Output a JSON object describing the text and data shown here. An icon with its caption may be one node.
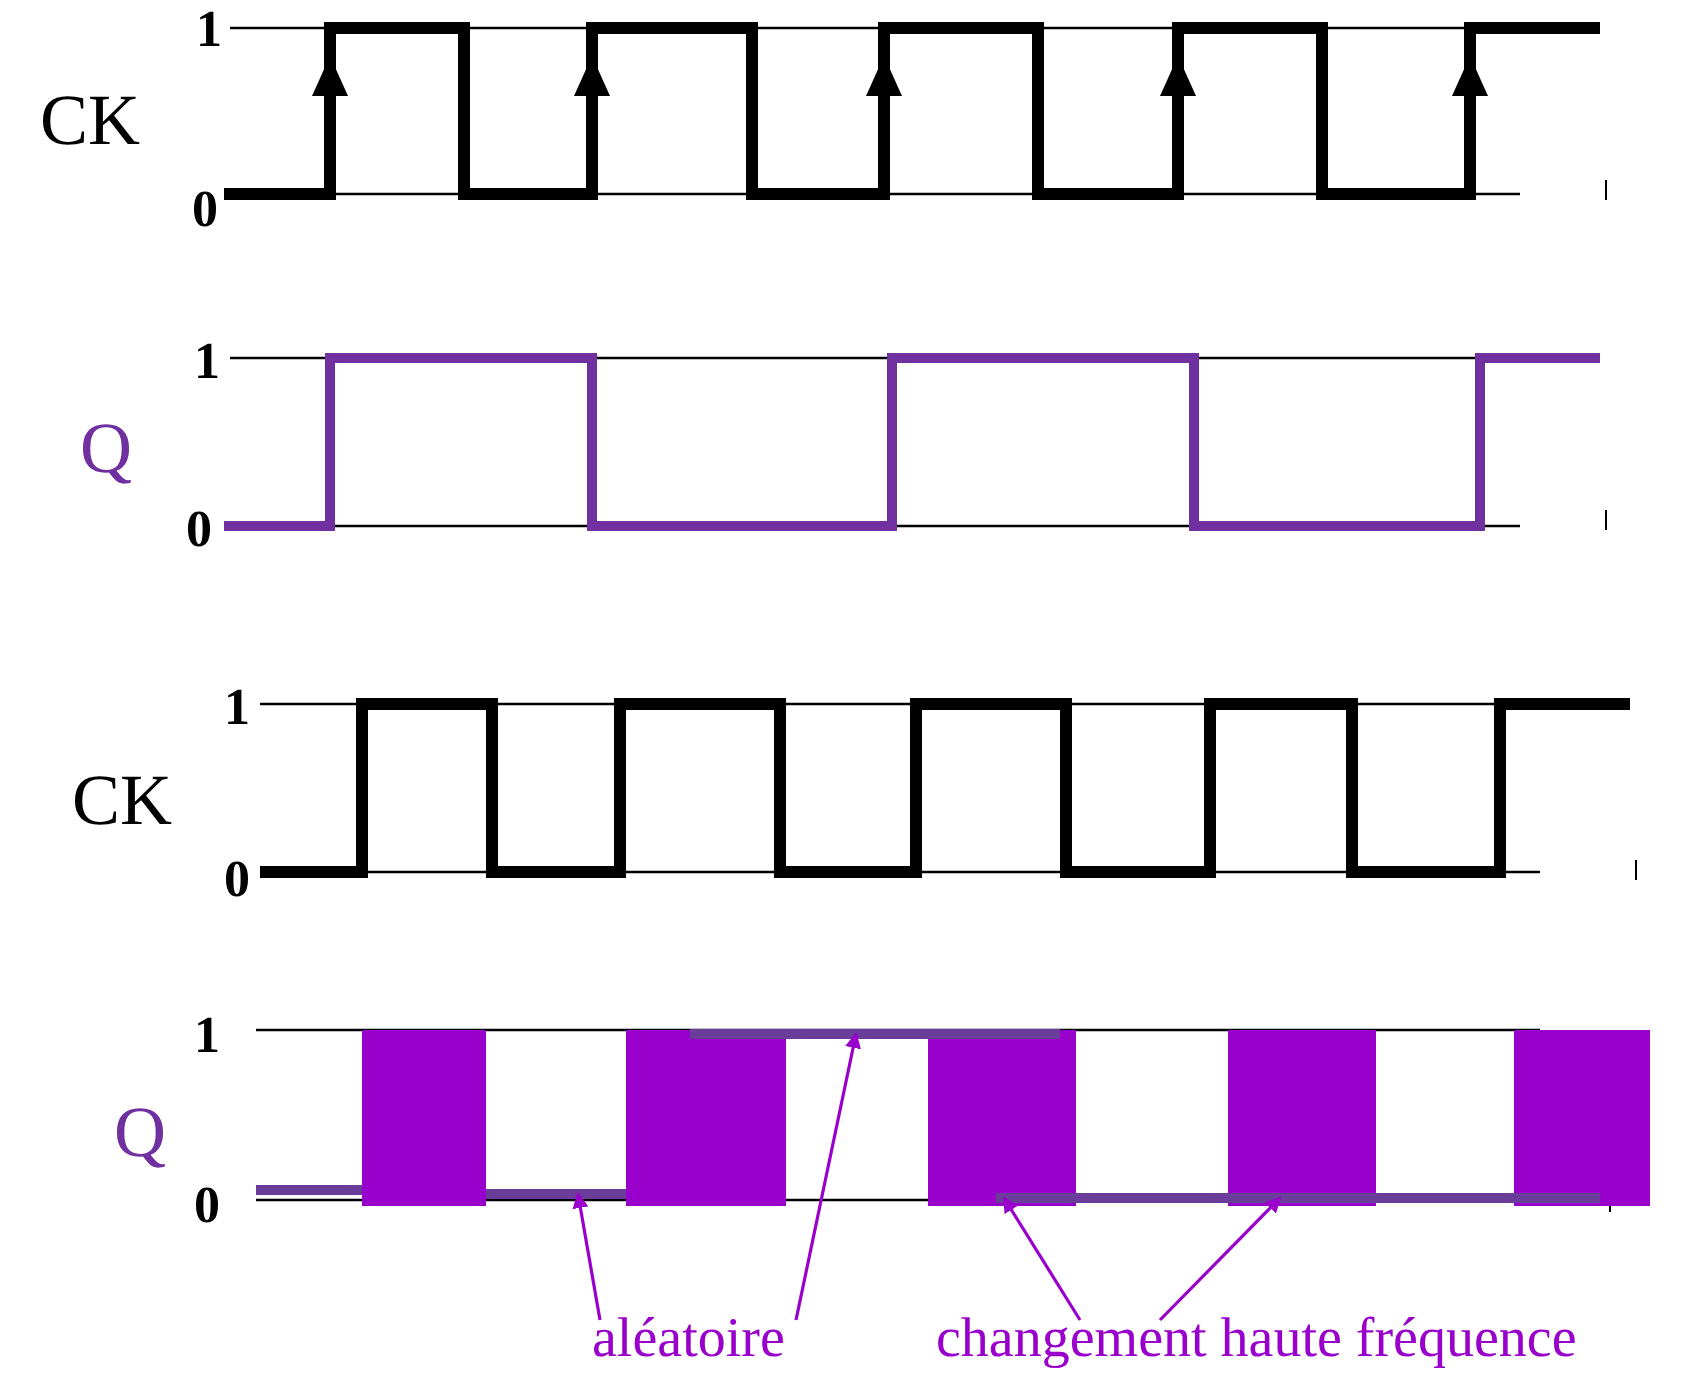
{
  "diagram": {
    "nodes": [
      {
        "text": [],
        "shape": "line"
      },
      {
        "text": [],
        "shape": "line"
      },
      {
        "text": [],
        "shape": "line"
      },
      {
        "text": [
          "aléatoire"
        ]
      },
      {
        "text": [
          "changement haute fréquence"
        ]
      }
    ],
    "edges": [
      {
        "from": 3,
        "to": 1,
        "arrow": "to"
      },
      {
        "from": 3,
        "to": 0,
        "arrow": "to"
      },
      {
        "from": 4,
        "to": 2,
        "arrow": "to"
      },
      {
        "from": 4,
        "to": 2,
        "arrow": "to"
      }
    ],
    "labels": [
      "1",
      "CK",
      "0",
      "1",
      "Q",
      "0",
      "1",
      "CK",
      "0",
      "1",
      "Q",
      "0"
    ]
  }
}
